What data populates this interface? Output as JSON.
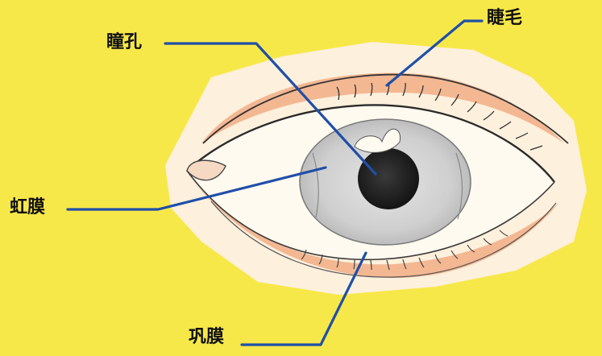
{
  "labels": {
    "pupil": "瞳孔",
    "eyelash": "睫毛",
    "iris": "虹膜",
    "sclera": "巩膜"
  },
  "colors": {
    "background": "#f7e84a",
    "skin": "#fdf0dc",
    "eyelid_shade": "#efa47a",
    "iris": "#c9c9c9",
    "pupil": "#1f1f1f",
    "leader_line": "#1f4fa8"
  }
}
